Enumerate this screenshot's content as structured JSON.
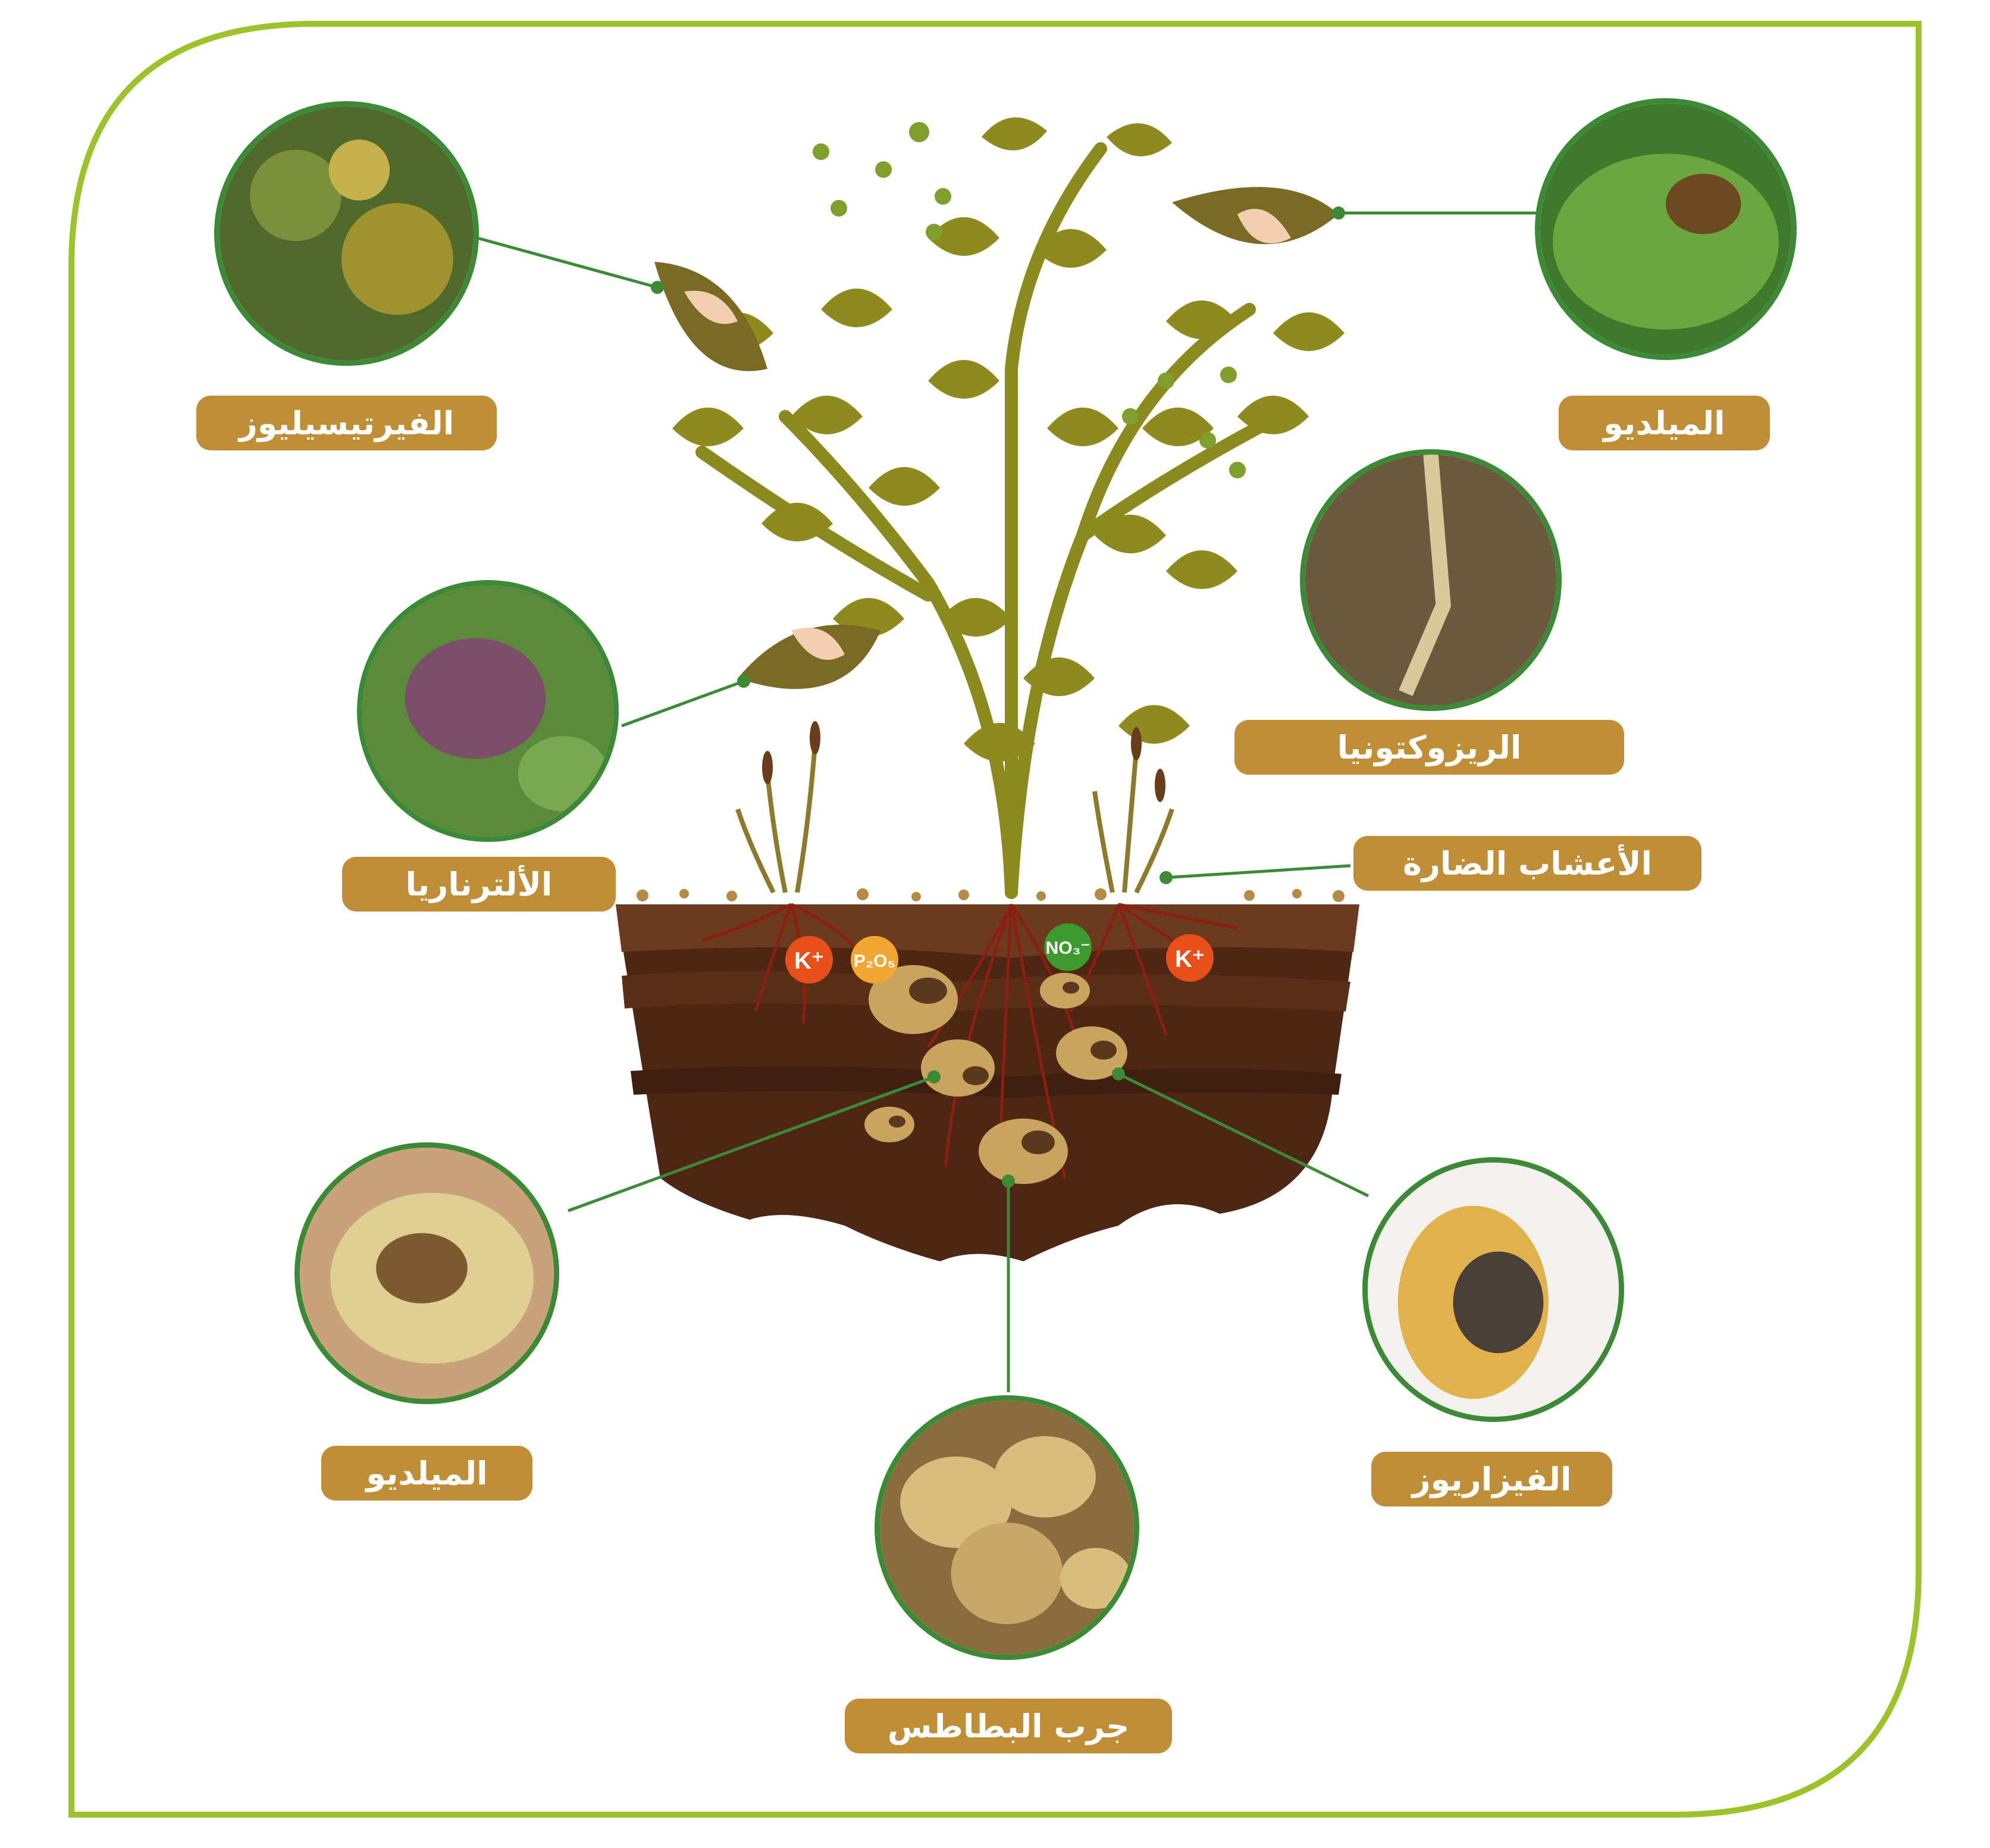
{
  "labels": {
    "verticillium": "الفيرتيسيليوز",
    "mildew_leaf": "الميلديو",
    "rhizoctonia": "الريزوكتونيا",
    "alternaria": "الألترناريا",
    "weeds": "الأعشاب الضارة",
    "mildew_tuber": "الميلديو",
    "fusarium": "الفيزاريوز",
    "common_scab": "جرب البطاطس"
  },
  "nutrients": {
    "k_left": "K⁺",
    "p2o5": "P₂O₅",
    "no3": "NO₃⁻",
    "k_right": "K⁺"
  },
  "colors": {
    "frame": "#9cc32a",
    "pill": "#c08e36",
    "photo_ring": "#3c8a36",
    "connector": "#3c8a36",
    "leaf": "#8a8a1e",
    "soil": "#4e2714"
  }
}
